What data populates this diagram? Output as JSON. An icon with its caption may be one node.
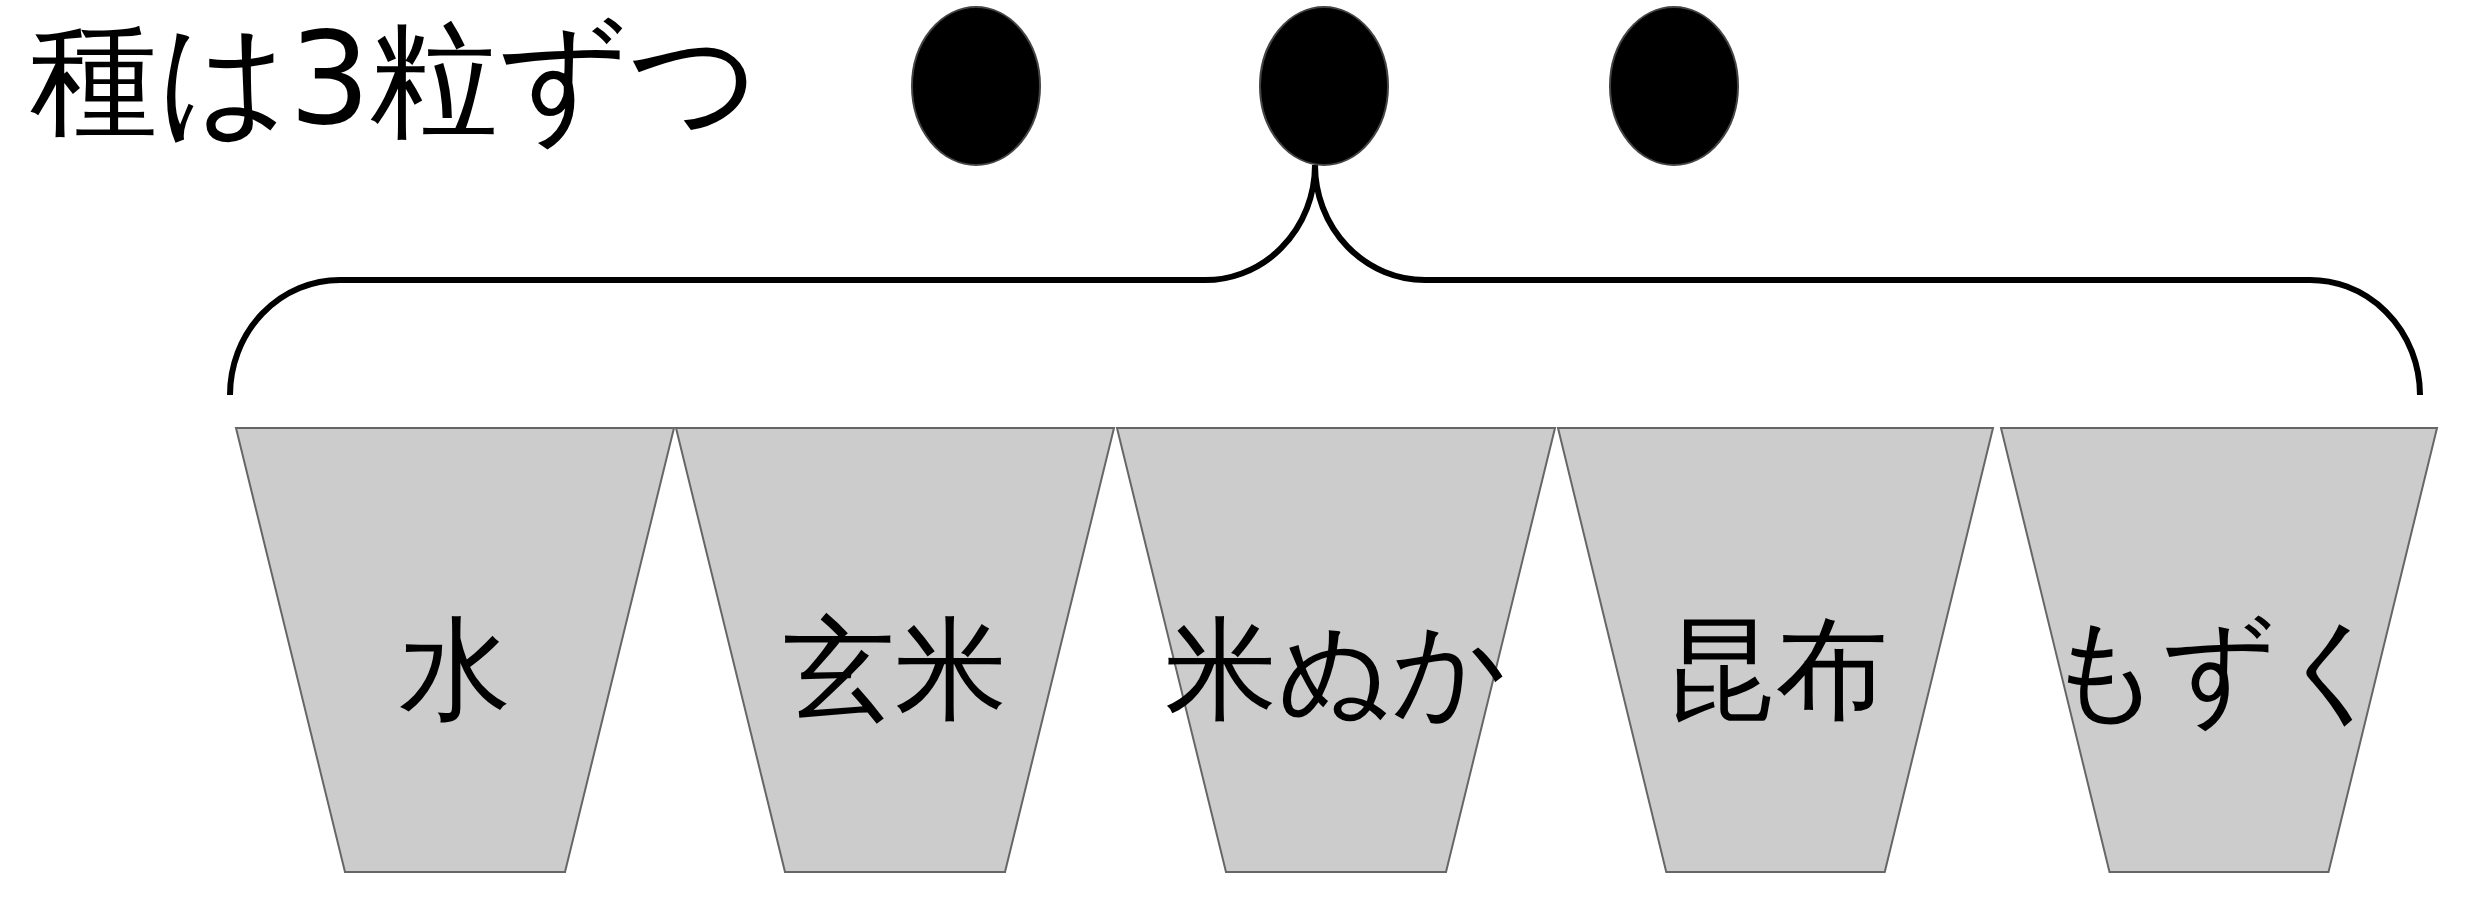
{
  "diagram": {
    "nodes": [
      {
        "text": [],
        "shape": "circle"
      },
      {
        "text": [],
        "shape": "circle"
      },
      {
        "text": [],
        "shape": "circle"
      },
      {
        "text": [
          "水"
        ]
      },
      {
        "text": [
          "玄米"
        ]
      },
      {
        "text": [
          "米ぬか"
        ]
      },
      {
        "text": [
          "昆布"
        ]
      },
      {
        "text": [
          "もずく"
        ]
      }
    ],
    "edges": [],
    "labels": [
      "種は3粒ずつ"
    ]
  }
}
